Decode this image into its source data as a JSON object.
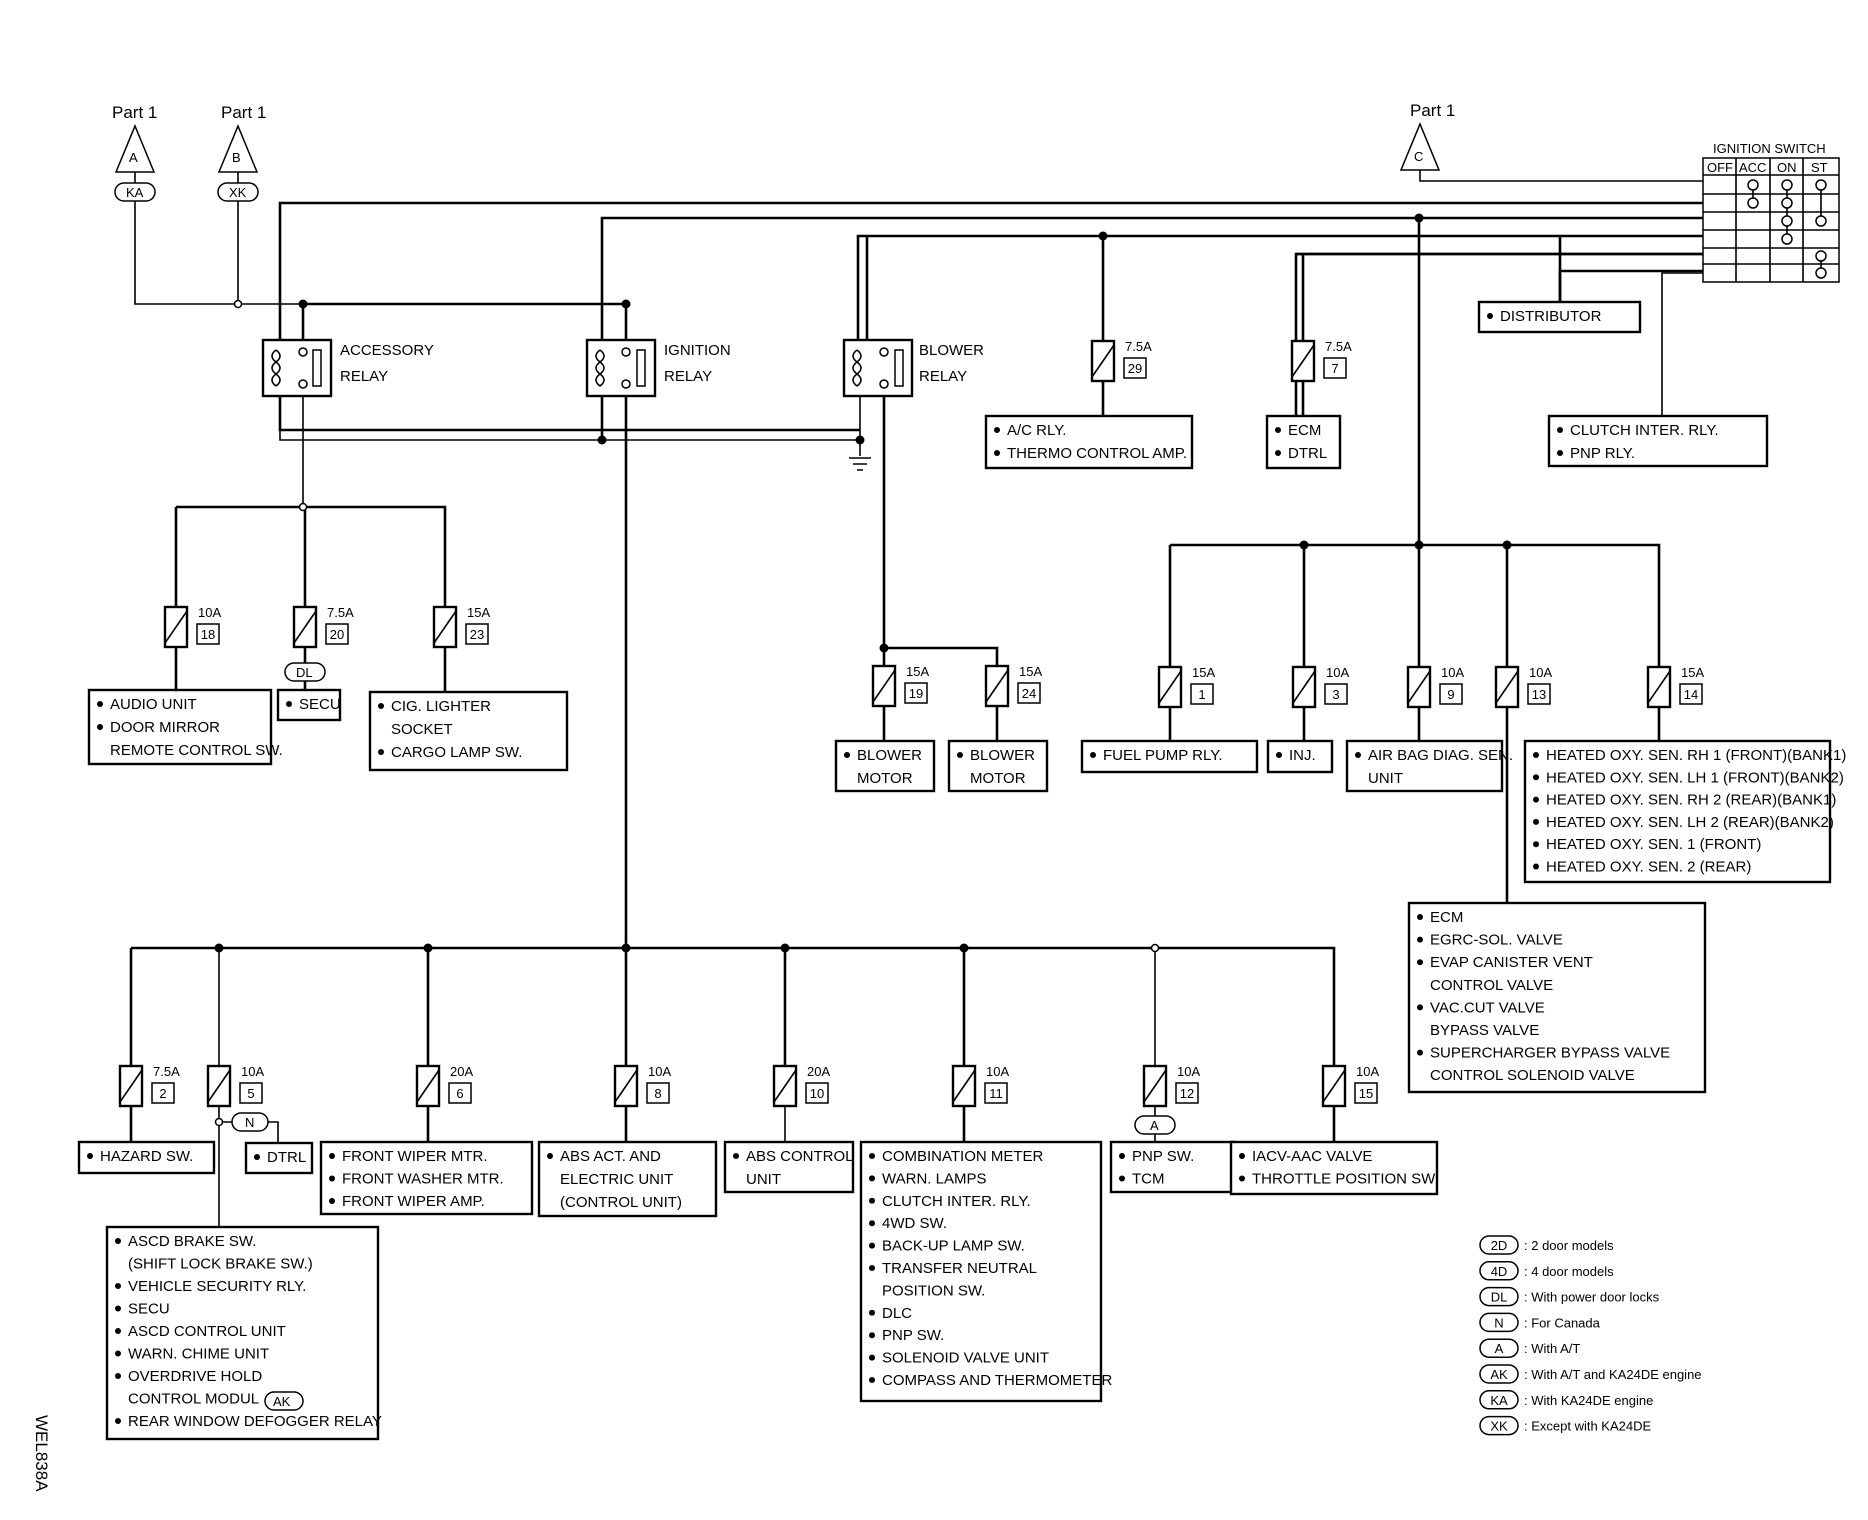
{
  "connectors": [
    {
      "id": "A",
      "part": "Part 1",
      "tag": "KA"
    },
    {
      "id": "B",
      "part": "Part 1",
      "tag": "XK"
    },
    {
      "id": "C",
      "part": "Part 1"
    }
  ],
  "ignition_switch": {
    "title": "IGNITION SWITCH",
    "columns": [
      "OFF",
      "ACC",
      "ON",
      "ST"
    ]
  },
  "relays": {
    "accessory": [
      "ACCESSORY",
      "RELAY"
    ],
    "ignition": [
      "IGNITION",
      "RELAY"
    ],
    "blower": [
      "BLOWER",
      "RELAY"
    ]
  },
  "fuses": {
    "f18": {
      "amp": "10A",
      "num": "18"
    },
    "f20": {
      "amp": "7.5A",
      "num": "20"
    },
    "f23": {
      "amp": "15A",
      "num": "23"
    },
    "f19": {
      "amp": "15A",
      "num": "19"
    },
    "f24": {
      "amp": "15A",
      "num": "24"
    },
    "f29": {
      "amp": "7.5A",
      "num": "29"
    },
    "f7": {
      "amp": "7.5A",
      "num": "7"
    },
    "f1": {
      "amp": "15A",
      "num": "1"
    },
    "f3": {
      "amp": "10A",
      "num": "3"
    },
    "f9": {
      "amp": "10A",
      "num": "9"
    },
    "f13": {
      "amp": "10A",
      "num": "13"
    },
    "f14": {
      "amp": "15A",
      "num": "14"
    },
    "f2": {
      "amp": "7.5A",
      "num": "2"
    },
    "f5": {
      "amp": "10A",
      "num": "5"
    },
    "f6": {
      "amp": "20A",
      "num": "6"
    },
    "f8": {
      "amp": "10A",
      "num": "8"
    },
    "f10": {
      "amp": "20A",
      "num": "10"
    },
    "f11": {
      "amp": "10A",
      "num": "11"
    },
    "f12": {
      "amp": "10A",
      "num": "12"
    },
    "f15": {
      "amp": "10A",
      "num": "15"
    }
  },
  "tags": {
    "dl": "DL",
    "n": "N",
    "a": "A",
    "ak": "AK"
  },
  "boxes": {
    "distributor": [
      "DISTRIBUTOR"
    ],
    "ac_rly": [
      "A/C RLY.",
      "THERMO CONTROL AMP."
    ],
    "ecm_dtrl": [
      "ECM",
      "DTRL"
    ],
    "clutch": [
      "CLUTCH INTER. RLY.",
      "PNP RLY."
    ],
    "audio": [
      "AUDIO UNIT",
      "DOOR MIRROR",
      "REMOTE CONTROL SW."
    ],
    "secu": [
      "SECU"
    ],
    "cig": [
      "CIG. LIGHTER",
      "SOCKET",
      "CARGO LAMP SW."
    ],
    "blower1": [
      "BLOWER",
      "MOTOR"
    ],
    "blower2": [
      "BLOWER",
      "MOTOR"
    ],
    "fuel_pump": [
      "FUEL PUMP RLY."
    ],
    "inj": [
      "INJ."
    ],
    "airbag": [
      "AIR BAG DIAG. SEN.",
      "UNIT"
    ],
    "heated": [
      "HEATED OXY. SEN. RH 1 (FRONT)(BANK1)",
      "HEATED OXY. SEN. LH 1 (FRONT)(BANK2)",
      "HEATED OXY. SEN. RH 2 (REAR)(BANK1)",
      "HEATED OXY. SEN. LH 2 (REAR)(BANK2)",
      "HEATED OXY. SEN. 1 (FRONT)",
      "HEATED OXY. SEN. 2 (REAR)"
    ],
    "ecm_list": [
      "ECM",
      "EGRC-SOL. VALVE",
      "EVAP CANISTER VENT",
      "CONTROL VALVE",
      "VAC.CUT VALVE",
      "BYPASS VALVE",
      "SUPERCHARGER BYPASS VALVE",
      "CONTROL SOLENOID VALVE"
    ],
    "hazard": [
      "HAZARD SW."
    ],
    "dtrl": [
      "DTRL"
    ],
    "ascd": [
      "ASCD BRAKE SW.",
      "(SHIFT LOCK BRAKE SW.)",
      "VEHICLE SECURITY  RLY.",
      "SECU",
      "ASCD CONTROL UNIT",
      "WARN. CHIME UNIT",
      "OVERDRIVE HOLD",
      "CONTROL MODUL",
      "REAR WINDOW DEFOGGER RELAY"
    ],
    "wiper": [
      "FRONT WIPER MTR.",
      "FRONT WASHER MTR.",
      "FRONT WIPER AMP."
    ],
    "abs_act": [
      "ABS ACT. AND",
      "ELECTRIC UNIT",
      "(CONTROL UNIT)"
    ],
    "abs_ctrl": [
      "ABS CONTROL",
      "UNIT"
    ],
    "combo": [
      "COMBINATION METER",
      "WARN. LAMPS",
      "CLUTCH INTER. RLY.",
      "4WD SW.",
      "BACK-UP LAMP SW.",
      "TRANSFER NEUTRAL",
      "POSITION SW.",
      "DLC",
      "PNP SW.",
      "SOLENOID VALVE UNIT",
      "COMPASS AND THERMOMETER"
    ],
    "pnp": [
      "PNP SW.",
      "TCM"
    ],
    "iacv": [
      "IACV-AAC VALVE",
      "THROTTLE POSITION SW."
    ]
  },
  "legend": [
    {
      "code": "2D",
      "text": ": 2 door models"
    },
    {
      "code": "4D",
      "text": ": 4 door models"
    },
    {
      "code": "DL",
      "text": ": With power door locks"
    },
    {
      "code": "N",
      "text": ": For Canada"
    },
    {
      "code": "A",
      "text": ": With A/T"
    },
    {
      "code": "AK",
      "text": ": With A/T and KA24DE engine"
    },
    {
      "code": "KA",
      "text": ": With KA24DE engine"
    },
    {
      "code": "XK",
      "text": ": Except with KA24DE"
    }
  ],
  "figure_id": "WEL838A"
}
